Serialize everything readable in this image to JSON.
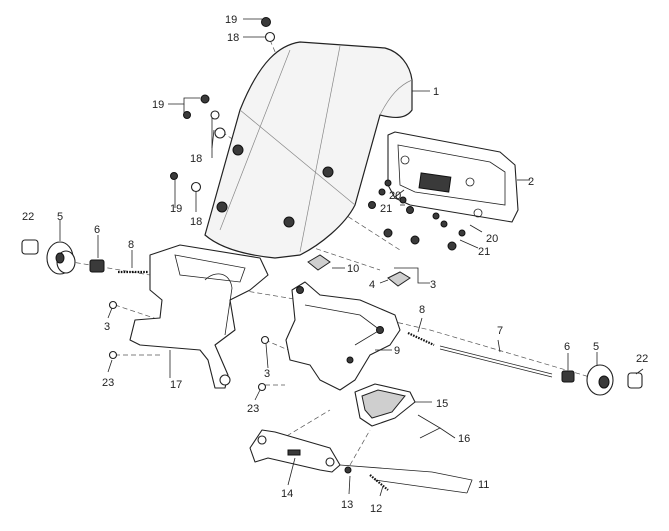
{
  "labels": {
    "l1": "1",
    "l2": "2",
    "l3a": "3",
    "l3b": "3",
    "l3c": "3",
    "l4": "4",
    "l5a": "5",
    "l5b": "5",
    "l6a": "6",
    "l6b": "6",
    "l7": "7",
    "l8a": "8",
    "l8b": "8",
    "l9": "9",
    "l10": "10",
    "l11": "11",
    "l12": "12",
    "l13": "13",
    "l14": "14",
    "l15": "15",
    "l16": "16",
    "l17": "17",
    "l18a": "18",
    "l18b": "18",
    "l18c": "18",
    "l19a": "19",
    "l19b": "19",
    "l19c": "19",
    "l20a": "20",
    "l20b": "20",
    "l21a": "21",
    "l21b": "21",
    "l22a": "22",
    "l22b": "22",
    "l23a": "23",
    "l23b": "23"
  }
}
